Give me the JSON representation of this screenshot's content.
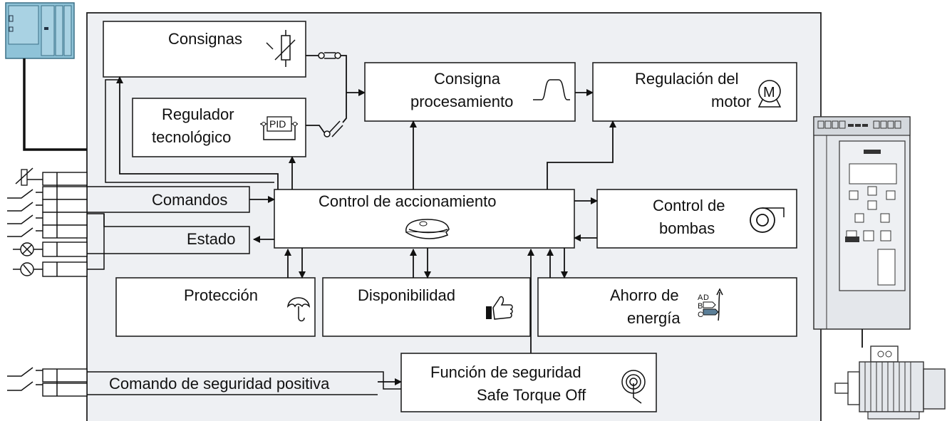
{
  "blocks": {
    "setpoints": "Consignas",
    "tech_controller_1": "Regulador",
    "tech_controller_2": "tecnológico",
    "pid": "PID",
    "setpoint_processing_1": "Consigna",
    "setpoint_processing_2": "procesamiento",
    "motor_control_1": "Regulación del",
    "motor_control_2": "motor",
    "motor_symbol": "M",
    "drive_control": "Control de accionamiento",
    "pump_control_1": "Control de",
    "pump_control_2": "bombas",
    "protection": "Protección",
    "availability": "Disponibilidad",
    "energy_saving_1": "Ahorro de",
    "energy_saving_2": "energía",
    "energy_classes": [
      "A",
      "B",
      "C",
      "D"
    ],
    "safety_function_1": "Función de seguridad",
    "safety_function_2": "Safe Torque Off"
  },
  "signals": {
    "commands": "Comandos",
    "status": "Estado",
    "safety_command": "Comando de seguridad positiva"
  },
  "colors": {
    "panel": "#eef0f3",
    "plc": "#8fc3d8",
    "inverter": "#e4e7eb"
  }
}
